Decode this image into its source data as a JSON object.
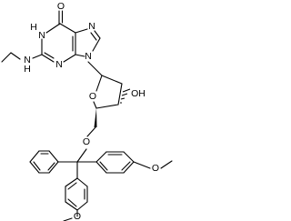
{
  "molecule": {
    "atom_labels": {
      "carbonyl_o": "O",
      "n1h_h": "H",
      "n1": "N",
      "n7": "N",
      "nh_amine_n": "N",
      "nh_amine_h": "H",
      "n3": "N",
      "n9": "N",
      "ring_o": "O",
      "oh": "OH",
      "ether_o": "O",
      "ome_top": "O",
      "ome_bottom": "O"
    }
  }
}
